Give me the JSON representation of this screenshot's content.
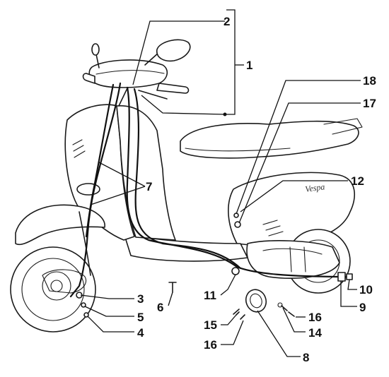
{
  "callouts": {
    "c1": "1",
    "c2": "2",
    "c3": "3",
    "c4": "4",
    "c5": "5",
    "c6": "6",
    "c7": "7",
    "c8": "8",
    "c9": "9",
    "c10": "10",
    "c11": "11",
    "c12": "12",
    "c14": "14",
    "c15": "15",
    "c16a": "16",
    "c16b": "16",
    "c17": "17",
    "c18": "18"
  },
  "brand_lettering": "Vespa"
}
